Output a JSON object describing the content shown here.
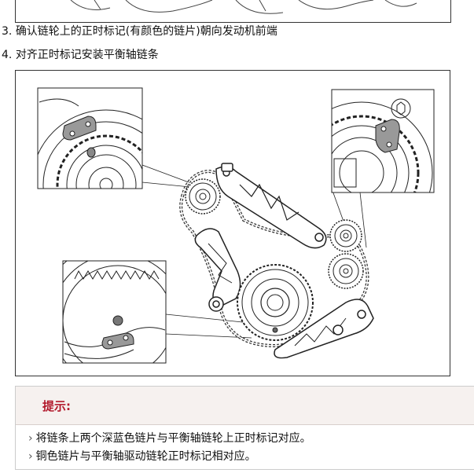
{
  "steps": [
    {
      "number": "3.",
      "text": "确认链轮上的正时标记(有颜色的链片)朝向发动机前端"
    },
    {
      "number": "4.",
      "text": "对齐正时标记安装平衡轴链条"
    }
  ],
  "tip": {
    "title": "提示:",
    "items": [
      "将链条上两个深蓝色链片与平衡轴链轮上正时标记对应。",
      "铜色链片与平衡轴驱动链轮正时标记相对应。"
    ]
  },
  "colors": {
    "tip_title": "#b2182b",
    "tip_background": "#f6f1ef",
    "mark_link": "#666666",
    "line": "#222222"
  },
  "icons": {
    "bullet": "chevron-right-icon"
  }
}
